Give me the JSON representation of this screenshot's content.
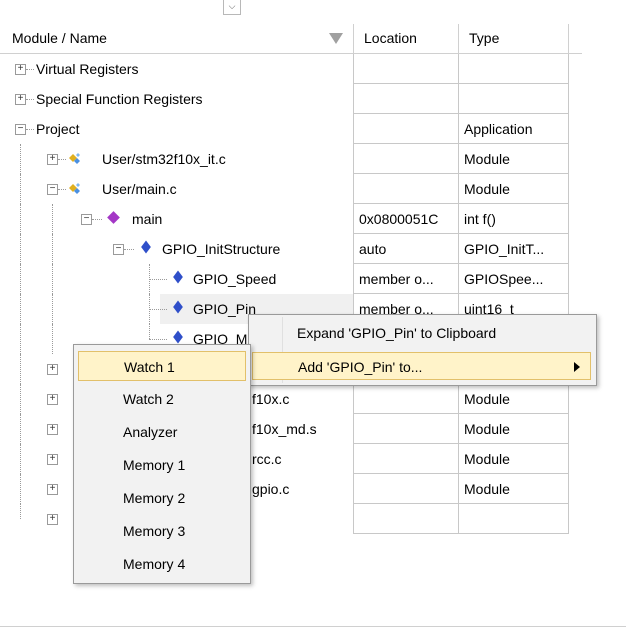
{
  "header": {
    "collapse_glyph": "⌵",
    "name": "Module / Name",
    "location": "Location",
    "type": "Type"
  },
  "rows": [
    {
      "name": "Virtual Registers",
      "location": "",
      "type": ""
    },
    {
      "name": "Special Function Registers",
      "location": "",
      "type": ""
    },
    {
      "name": "Project",
      "location": "",
      "type": "Application"
    },
    {
      "name": "User/stm32f10x_it.c",
      "location": "",
      "type": "Module"
    },
    {
      "name": "User/main.c",
      "location": "",
      "type": "Module"
    },
    {
      "name": "main",
      "location": "0x0800051C",
      "type": "int f()"
    },
    {
      "name": "GPIO_InitStructure",
      "location": "auto",
      "type": "GPIO_InitT..."
    },
    {
      "name": "GPIO_Speed",
      "location": "member o...",
      "type": "GPIOSpee..."
    },
    {
      "name": "GPIO_Pin",
      "location": "member o...",
      "type": "uint16_t"
    },
    {
      "name": "GPIO_Mode",
      "location": "",
      "type": ""
    },
    {
      "name": "",
      "location": "",
      "type": ""
    },
    {
      "name": "f10x.c",
      "location": "",
      "type": "Module"
    },
    {
      "name": "f10x_md.s",
      "location": "",
      "type": "Module"
    },
    {
      "name": "rcc.c",
      "location": "",
      "type": "Module"
    },
    {
      "name": "gpio.c",
      "location": "",
      "type": "Module"
    },
    {
      "name": "",
      "location": "",
      "type": ""
    }
  ],
  "context_menu": {
    "expand_label": "Expand 'GPIO_Pin' to Clipboard",
    "add_label": "Add 'GPIO_Pin' to..."
  },
  "submenu": {
    "items": [
      "Watch 1",
      "Watch 2",
      "Analyzer",
      "Memory 1",
      "Memory 2",
      "Memory 3",
      "Memory 4"
    ]
  },
  "icons": {
    "expand": "plus-box-icon",
    "collapse": "minus-box-icon",
    "module": "module-icon",
    "function": "function-icon",
    "variable": "variable-icon"
  }
}
